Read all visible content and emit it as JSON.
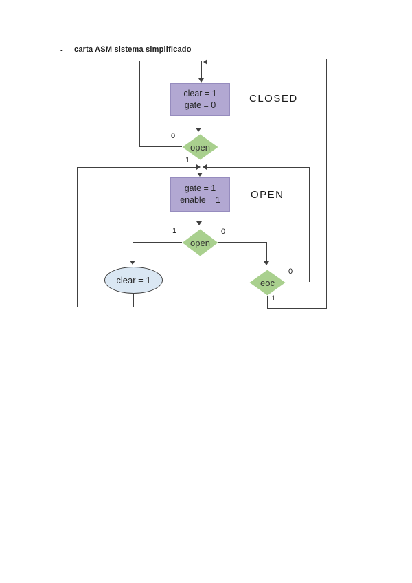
{
  "colors": {
    "line": "#404040",
    "text": "#1f1f1f",
    "box_fill": "#b2a8d2",
    "box_border": "#968cbe",
    "diamond_fill": "#a9d08e",
    "ellipse_fill": "#dae7f3",
    "ellipse_border": "#3f3f3f"
  },
  "title": {
    "bullet": "-",
    "text": "carta ASM sistema simplificado"
  },
  "diagram": {
    "closed_state": {
      "line1": "clear = 1",
      "line2": "gate = 0",
      "label": "CLOSED"
    },
    "open_state": {
      "line1": "gate = 1",
      "line2": "enable = 1",
      "label": "OPEN"
    },
    "decision_open_1": {
      "text": "open",
      "false_label": "0",
      "true_label": "1"
    },
    "decision_open_2": {
      "text": "open",
      "true_label": "1",
      "false_label": "0"
    },
    "decision_eoc": {
      "text": "eoc",
      "false_label": "0",
      "true_label": "1"
    },
    "action_clear": {
      "text": "clear = 1"
    }
  }
}
